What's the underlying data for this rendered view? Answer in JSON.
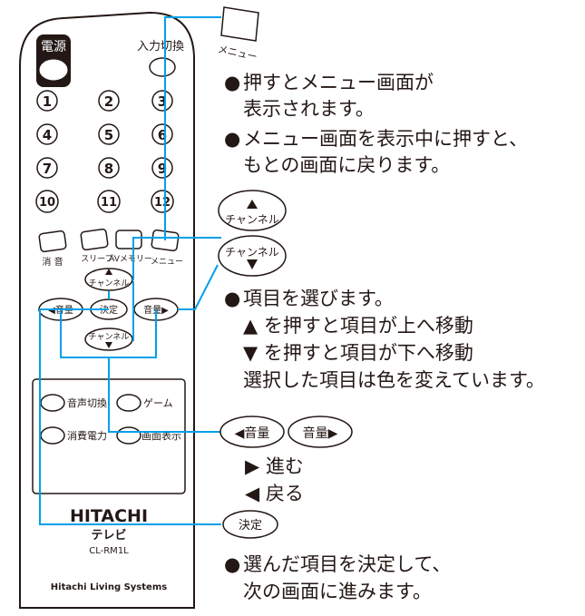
{
  "remote": {
    "power_label": "電源",
    "input_switch_label": "入力切換",
    "number_keys": [
      "1",
      "2",
      "3",
      "4",
      "5",
      "6",
      "7",
      "8",
      "9",
      "10",
      "11",
      "12"
    ],
    "mute_label": "消 音",
    "sleep_label": "スリープ",
    "av_memory_label": "AVメモリー",
    "menu_small_label": "メニュー",
    "channel_label": "チャンネル",
    "decide_label": "決定",
    "volume_left_label": "◀音量",
    "volume_right_label": "音量▶",
    "sound_switch_label": "音声切換",
    "game_label": "ゲーム",
    "power_consumption_label": "消費電力",
    "screen_display_label": "画面表示",
    "brand": "HITACHI",
    "product": "テレビ",
    "model": "CL-RM1L",
    "company": "Hitachi Living Systems"
  },
  "callouts": {
    "menu": {
      "button_label": "メニュー",
      "bullet": "●",
      "line1": "押すとメニュー画面が",
      "line2": "表示されます。",
      "line3": "メニュー画面を表示中に押すと、",
      "line4": "もとの画面に戻ります。"
    },
    "channel": {
      "up_label": "チャンネル",
      "down_label": "チャンネル",
      "bullet": "●",
      "line1": "項目を選びます。",
      "line2": "▲ を押すと項目が上へ移動",
      "line3": "▼ を押すと項目が下へ移動",
      "line4": "選択した項目は色を変えています。"
    },
    "volume": {
      "left_label": "◀音量",
      "right_label": "音量▶",
      "line1": "▶ 進む",
      "line2": "◀ 戻る"
    },
    "decide": {
      "button_label": "決定",
      "bullet": "●",
      "line1": "選んだ項目を決定して、",
      "line2": "次の画面に進みます。"
    }
  },
  "colors": {
    "leader": "#00a0e9",
    "ink": "#231815"
  }
}
